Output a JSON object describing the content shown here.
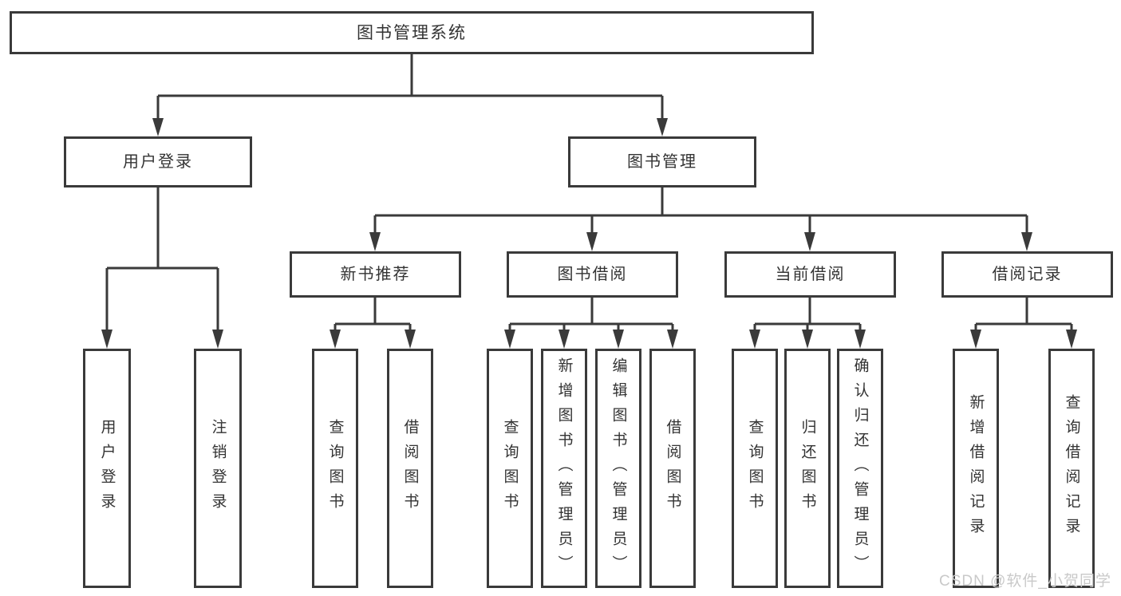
{
  "colors": {
    "line": "#3a3a3a",
    "box_border": "#3a3a3a",
    "text": "#333333",
    "watermark": "#c9c9c9",
    "background": "#ffffff"
  },
  "watermark": "CSDN @软件_小贺同学",
  "tree": {
    "root": "图书管理系统",
    "user_login": "用户登录",
    "book_mgmt": "图书管理",
    "new_book_rec": "新书推荐",
    "book_borrow": "图书借阅",
    "current_borrow": "当前借阅",
    "borrow_records": "借阅记录",
    "leaf_user_login": "用户登录",
    "leaf_logout": "注销登录",
    "leaf_nbr_query": "查询图书",
    "leaf_nbr_borrow": "借阅图书",
    "leaf_bb_query": "查询图书",
    "leaf_bb_add": "新增图书（管理员）",
    "leaf_bb_edit": "编辑图书（管理员）",
    "leaf_bb_borrow": "借阅图书",
    "leaf_cb_query": "查询图书",
    "leaf_cb_return": "归还图书",
    "leaf_cb_confirm": "确认归还（管理员）",
    "leaf_br_add": "新增借阅记录",
    "leaf_br_query": "查询借阅记录"
  }
}
